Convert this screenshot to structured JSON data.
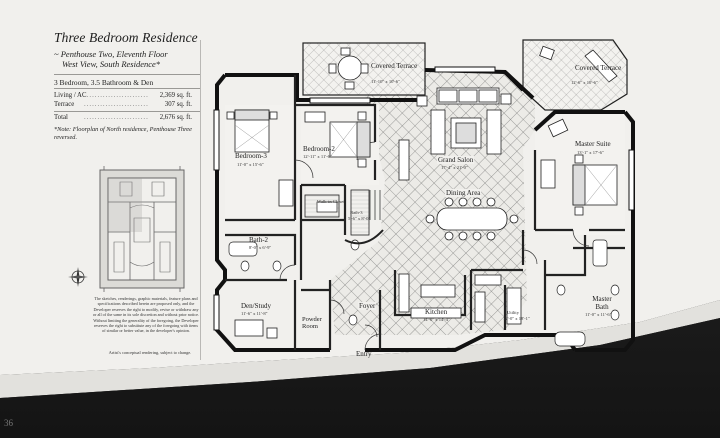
{
  "title": "Three Bedroom Residence",
  "subtitle_line1": "~ Penthouse Two, Eleventh Floor",
  "subtitle_line2": "West View, South Residence*",
  "summary": "3 Bedroom, 3.5 Bathroom & Den",
  "areas": [
    {
      "label": "Living / AC",
      "value": "2,369 sq. ft."
    },
    {
      "label": "Terrace",
      "value": "307 sq. ft."
    },
    {
      "label": "Total",
      "value": "2,676 sq. ft."
    }
  ],
  "note": "*Note: Floorplan of North residence, Penthouse Three reversed.",
  "disclaimer": "The sketches, renderings, graphic materials, feature plans and specifications described herein are proposed only, and the Developer reserves the right to modify, revise or withdraw any or all of the same in its sole discretion and without prior notice. Without limiting the generality of the foregoing, the Developer reserves the right to substitute any of the foregoing with items of similar or better value, in the developer's opinion.",
  "disclaimer2": "Artist's conceptual rendering, subject to change.",
  "page_number": "36",
  "rooms": {
    "covered_terrace_1": {
      "name": "Covered Terrace",
      "dims": "11'-10\" x 10'-6\""
    },
    "covered_terrace_2": {
      "name": "Covered Terrace",
      "dims": "12'-6\" x 10'-6\""
    },
    "bedroom_3": {
      "name": "Bedroom-3",
      "dims": "11'-0\" x 15'-6\""
    },
    "bedroom_2": {
      "name": "Bedroom-2",
      "dims": "12'-11\" x 11'-6\""
    },
    "grand_salon": {
      "name": "Grand Salon",
      "dims": "17'-4\" x 21'-0\""
    },
    "master_suite": {
      "name": "Master Suite",
      "dims": "13'-1\" x 17'-6\""
    },
    "dining_area": {
      "name": "Dining Area"
    },
    "bath_2": {
      "name": "Bath-2",
      "dims": "8'-0\" x 6'-9\""
    },
    "bath_3": {
      "name": "Bath-3",
      "dims": "5'-6\" x 8'-0\""
    },
    "walk_in_closet": {
      "name": "Walk-in Closet"
    },
    "den_study": {
      "name": "Den/Study",
      "dims": "11'-6\" x 11'-8\""
    },
    "powder_room": {
      "name": "Powder Room"
    },
    "foyer": {
      "name": "Foyer"
    },
    "kitchen": {
      "name": "Kitchen",
      "dims": "14'-0\" x 14'-4\""
    },
    "utility": {
      "name": "Utility",
      "dims": "12'-0\" x 18'-1\""
    },
    "master_bath": {
      "name": "Master Bath",
      "dims": "11'-0\" x 11'-6\""
    },
    "entry": {
      "name": "Entry"
    }
  }
}
